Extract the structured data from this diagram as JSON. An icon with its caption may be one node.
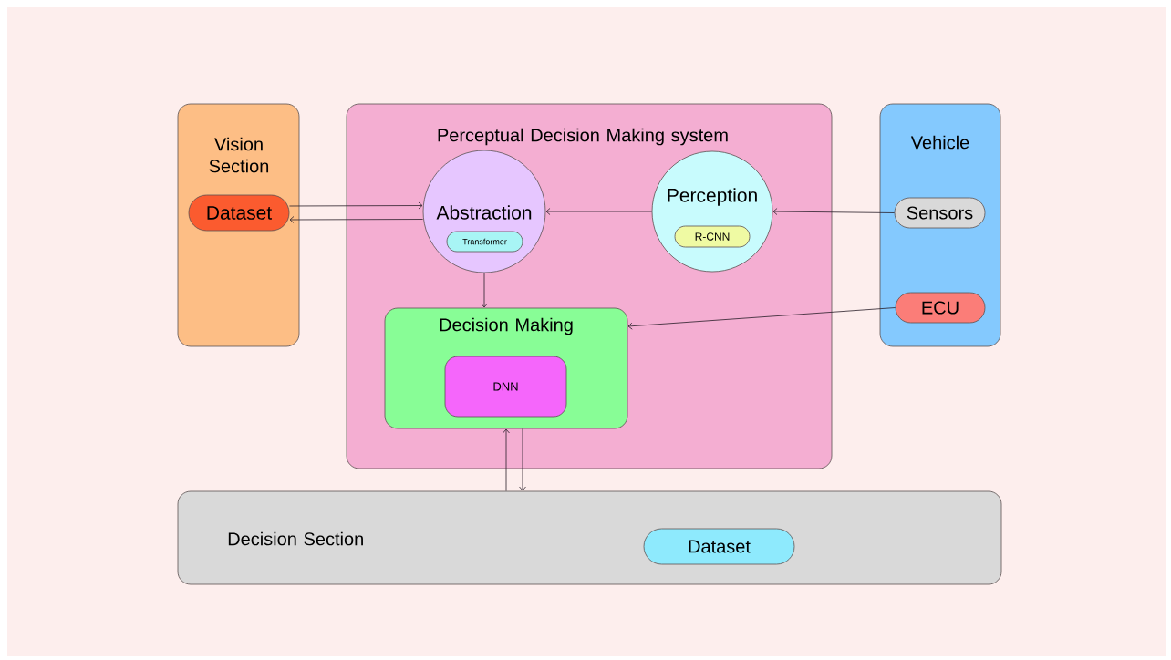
{
  "diagram": {
    "nodes": [
      {
        "text": [
          "Vision Section"
        ]
      },
      {
        "text": [
          "Dataset"
        ],
        "in": 0
      },
      {
        "text": [
          "Perceptual Decision Making system"
        ]
      },
      {
        "text": [
          "Abstraction"
        ],
        "in": 2
      },
      {
        "text": [
          "Transformer"
        ],
        "in": 3
      },
      {
        "text": [
          "Perception"
        ],
        "in": 2
      },
      {
        "text": [
          "R-CNN"
        ],
        "in": 5
      },
      {
        "text": [
          "Decision Making"
        ],
        "in": 2
      },
      {
        "text": [
          "DNN"
        ],
        "in": 7
      },
      {
        "text": [
          "Vehicle"
        ]
      },
      {
        "text": [
          "Sensors"
        ],
        "in": 9
      },
      {
        "text": [
          "ECU"
        ],
        "in": 9
      },
      {
        "text": [
          "Decision Section"
        ]
      },
      {
        "text": [
          "Dataset"
        ],
        "in": 12
      }
    ],
    "edges": [
      {
        "from": 1,
        "to": 3,
        "arrow": "to"
      },
      {
        "from": 3,
        "to": 1,
        "arrow": "to"
      },
      {
        "from": 5,
        "to": 3,
        "arrow": "to"
      },
      {
        "from": 10,
        "to": 5,
        "arrow": "to"
      },
      {
        "from": 3,
        "to": 7,
        "arrow": "to"
      },
      {
        "from": 11,
        "to": 7,
        "arrow": "to"
      },
      {
        "from": 12,
        "to": 7,
        "arrow": "to"
      },
      {
        "from": 7,
        "to": 12,
        "arrow": "to"
      }
    ]
  }
}
